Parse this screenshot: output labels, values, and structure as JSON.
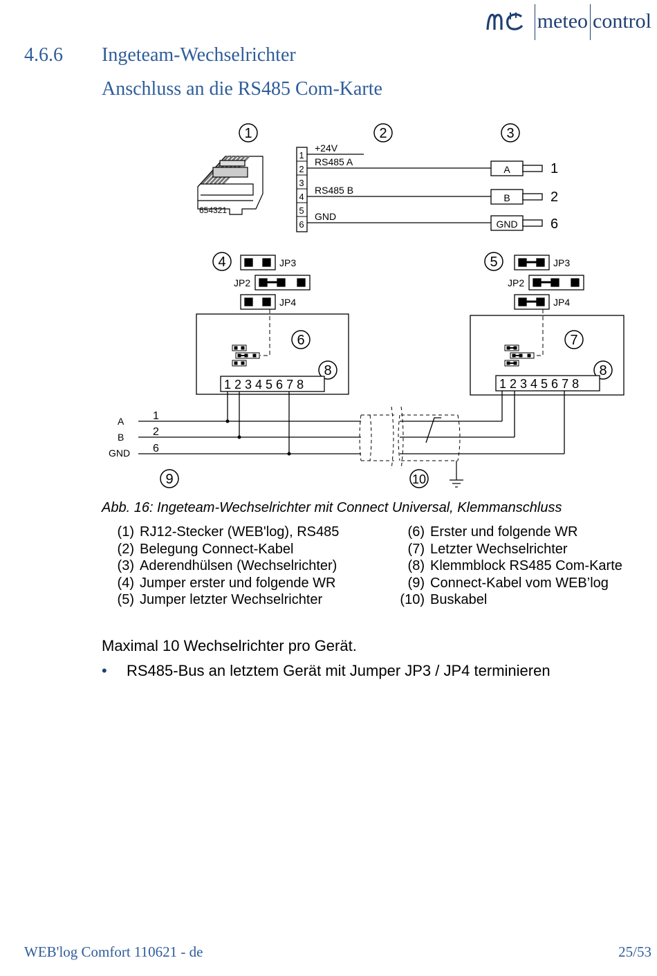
{
  "logo": {
    "part1": "meteo",
    "part2": "control",
    "mark": "mc-logo-icon",
    "color": "#1f3f73"
  },
  "section": {
    "number": "4.6.6",
    "title": "Ingeteam-Wechselrichter",
    "subtitle": "Anschluss an die RS485 Com-Karte"
  },
  "diagram": {
    "callouts": [
      "1",
      "2",
      "3",
      "4",
      "5",
      "6",
      "7",
      "8",
      "8",
      "9",
      "10"
    ],
    "plug_label": "654321",
    "pin_numbers": [
      "1",
      "2",
      "3",
      "4",
      "5",
      "6"
    ],
    "cable_labels": [
      "+24V",
      "RS485 A",
      "RS485 B",
      "GND"
    ],
    "ferrule_labels": [
      "A",
      "B",
      "GND"
    ],
    "ferrule_numbers": [
      "1",
      "2",
      "6"
    ],
    "jumper_labels": [
      "JP3",
      "JP2",
      "JP4"
    ],
    "terminal_block": "1 2 3 4 5 6 7 8",
    "bus_line_labels": [
      "A",
      "B",
      "GND"
    ],
    "bus_line_numbers": [
      "1",
      "2",
      "6"
    ]
  },
  "caption": "Abb. 16: Ingeteam-Wechselrichter mit Connect Universal, Klemmanschluss",
  "legend": {
    "left": [
      {
        "num": "(1)",
        "text": "RJ12-Stecker (WEB'log), RS485"
      },
      {
        "num": "(2)",
        "text": "Belegung Connect-Kabel"
      },
      {
        "num": "(3)",
        "text": "Aderendhülsen (Wechselrichter)"
      },
      {
        "num": "(4)",
        "text": "Jumper erster und folgende WR"
      },
      {
        "num": "(5)",
        "text": "Jumper letzter Wechselrichter"
      }
    ],
    "right": [
      {
        "num": "(6)",
        "text": "Erster und folgende WR"
      },
      {
        "num": "(7)",
        "text": "Letzter Wechselrichter"
      },
      {
        "num": "(8)",
        "text": "Klemmblock RS485 Com-Karte"
      },
      {
        "num": "(9)",
        "text": "Connect-Kabel vom WEB’log"
      },
      {
        "num": "(10)",
        "text": "Buskabel"
      }
    ]
  },
  "note": "Maximal 10 Wechselrichter pro Gerät.",
  "bullet": {
    "symbol": "•",
    "text": "RS485-Bus an letztem Gerät mit Jumper JP3 / JP4 terminieren"
  },
  "footer": {
    "left": "WEB'log Comfort 110621 - de",
    "right": "25/53"
  }
}
